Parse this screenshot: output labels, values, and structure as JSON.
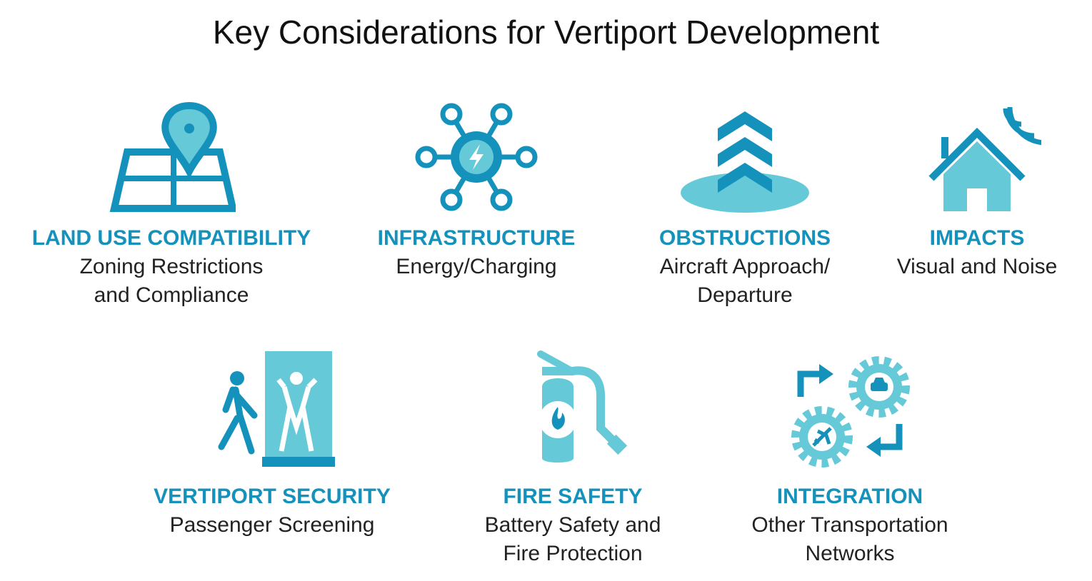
{
  "title": "Key Considerations for Vertiport Development",
  "colors": {
    "dark": "#1592bb",
    "light": "#66c9d8"
  },
  "items": [
    {
      "heading": "LAND USE COMPATIBILITY",
      "sub": "Zoning Restrictions\nand Compliance",
      "icon": "map-pin-icon"
    },
    {
      "heading": "INFRASTRUCTURE",
      "sub": "Energy/Charging",
      "icon": "charging-network-icon"
    },
    {
      "heading": "OBSTRUCTIONS",
      "sub": "Aircraft Approach/\nDeparture",
      "icon": "ascent-chevrons-icon"
    },
    {
      "heading": "IMPACTS",
      "sub": "Visual and Noise",
      "icon": "house-noise-icon"
    },
    {
      "heading": "VERTIPORT SECURITY",
      "sub": "Passenger Screening",
      "icon": "security-scanner-icon"
    },
    {
      "heading": "FIRE SAFETY",
      "sub": "Battery Safety and\nFire Protection",
      "icon": "fire-extinguisher-icon"
    },
    {
      "heading": "INTEGRATION",
      "sub": "Other Transportation\nNetworks",
      "icon": "transport-gears-icon"
    }
  ]
}
